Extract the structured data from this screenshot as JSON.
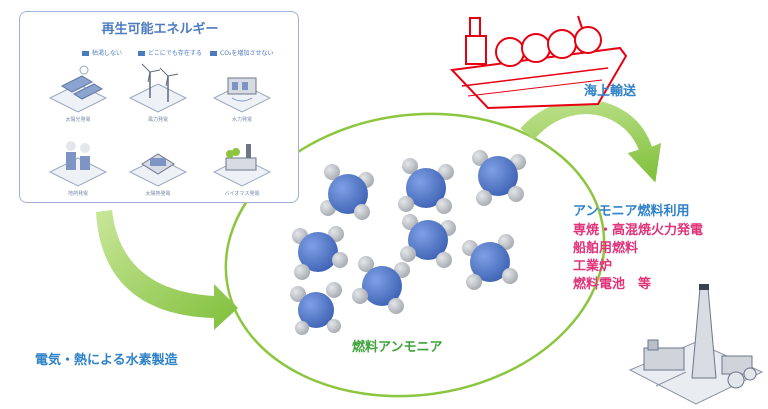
{
  "renewable_panel": {
    "title": "再生可能エネルギー",
    "features": [
      "枯渇しない",
      "どこにでも存在する",
      "CO₂を増加させない"
    ],
    "tiles": [
      "太陽光発電",
      "風力発電",
      "水力発電",
      "地熱発電",
      "太陽熱発電",
      "バイオマス発電"
    ]
  },
  "labels": {
    "hydrogen_production": "電気・熱による水素製造",
    "fuel_ammonia": "燃料アンモニア",
    "sea_transport": "海上輸送"
  },
  "uses": {
    "heading": "アンモニア燃料利用",
    "items": [
      "専焼・高混焼火力発電",
      "船舶用燃料",
      "工業炉",
      "燃料電池　等"
    ]
  },
  "colors": {
    "arrow_green": "#8cc63f",
    "ellipse_green": "#8cc63f",
    "nitrogen_blue": "#4a73c7",
    "hydrogen_gray": "#b9bdc2",
    "ship_red": "#e60012",
    "label_blue": "#2f82c8",
    "label_pink": "#e0337a",
    "panel_blue": "#4d7bc0"
  },
  "icons": [
    "solar-panel-icon",
    "wind-turbine-icon",
    "hydro-dam-icon",
    "geothermal-plant-icon",
    "solar-thermal-icon",
    "biomass-plant-icon",
    "lng-ship-icon",
    "power-plant-icon",
    "ammonia-molecule-icon"
  ]
}
